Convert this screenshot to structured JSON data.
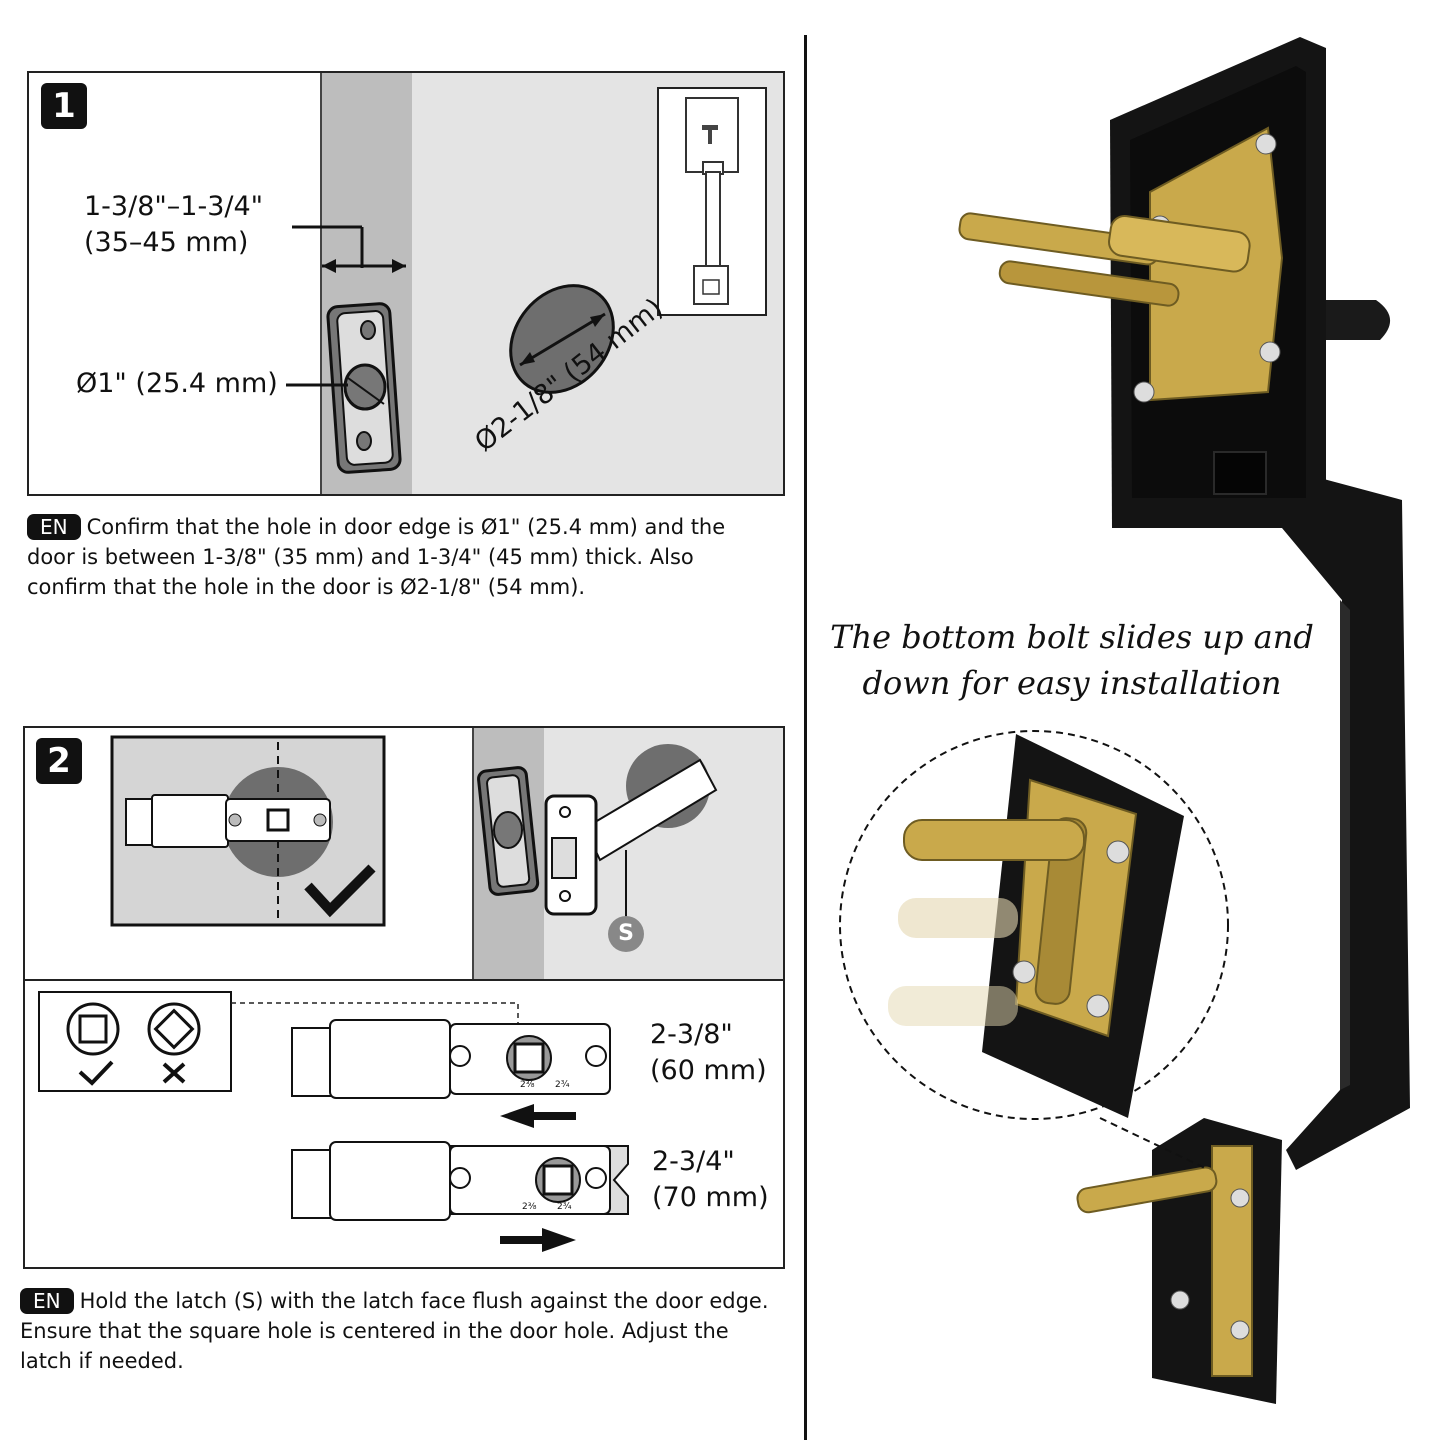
{
  "step1": {
    "badge": "1",
    "thickness_label": "1-3/8\"–1-3/4\"\n(35–45 mm)",
    "edge_hole_label": "Ø1\" (25.4 mm)",
    "door_hole_label": "Ø2-1/8\" (54 mm)",
    "lang_badge": "EN",
    "instruction": "Confirm that the hole in door edge is Ø1\" (25.4 mm) and the door is between 1-3/8\" (35 mm) and 1-3/4\" (45 mm) thick. Also confirm that the hole in the door is Ø2-1/8\" (54 mm)."
  },
  "step2": {
    "badge": "2",
    "latch_marker": "S",
    "backset_60_label": "2-3/8\"\n(60 mm)",
    "backset_70_label": "2-3/4\"\n(70 mm)",
    "scale_a": "2⅜",
    "scale_b": "2¾",
    "lang_badge": "EN",
    "instruction": "Hold the latch (S) with the latch face flush against the door edge. Ensure that the square hole is centered in the door hole. Adjust the latch if needed."
  },
  "product": {
    "caption": "The bottom bolt slides up and down for easy installation"
  },
  "colors": {
    "gray_fill": "#cfcfcf",
    "light_gray": "#e3e3e3",
    "dark_gray": "#666666",
    "matte_black": "#141414",
    "brass": "#c9a94b"
  }
}
